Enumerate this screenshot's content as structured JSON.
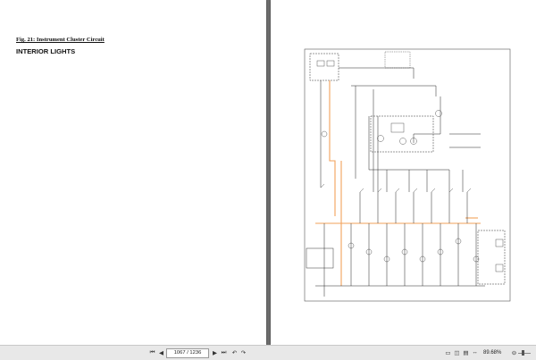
{
  "left_page": {
    "figure_caption": "Fig. 21: Instrument Cluster Circuit",
    "section_title": "INTERIOR LIGHTS"
  },
  "statusbar": {
    "page_indicator": "1067 / 1236",
    "zoom_level": "89.68%",
    "icons": [
      "first-page-icon",
      "previous-page-icon",
      "next-page-icon",
      "last-page-icon",
      "back-icon",
      "forward-icon",
      "single-page-view-icon",
      "two-page-view-icon",
      "continuous-view-icon",
      "fit-width-icon",
      "rotate-icon",
      "zoom-out-icon",
      "zoom-in-icon"
    ]
  },
  "colors": {
    "viewer_background": "#6d6d6d",
    "wire_orange": "#f2a15a",
    "wire_black": "#222222",
    "statusbar_bg": "#e8e8e8"
  }
}
